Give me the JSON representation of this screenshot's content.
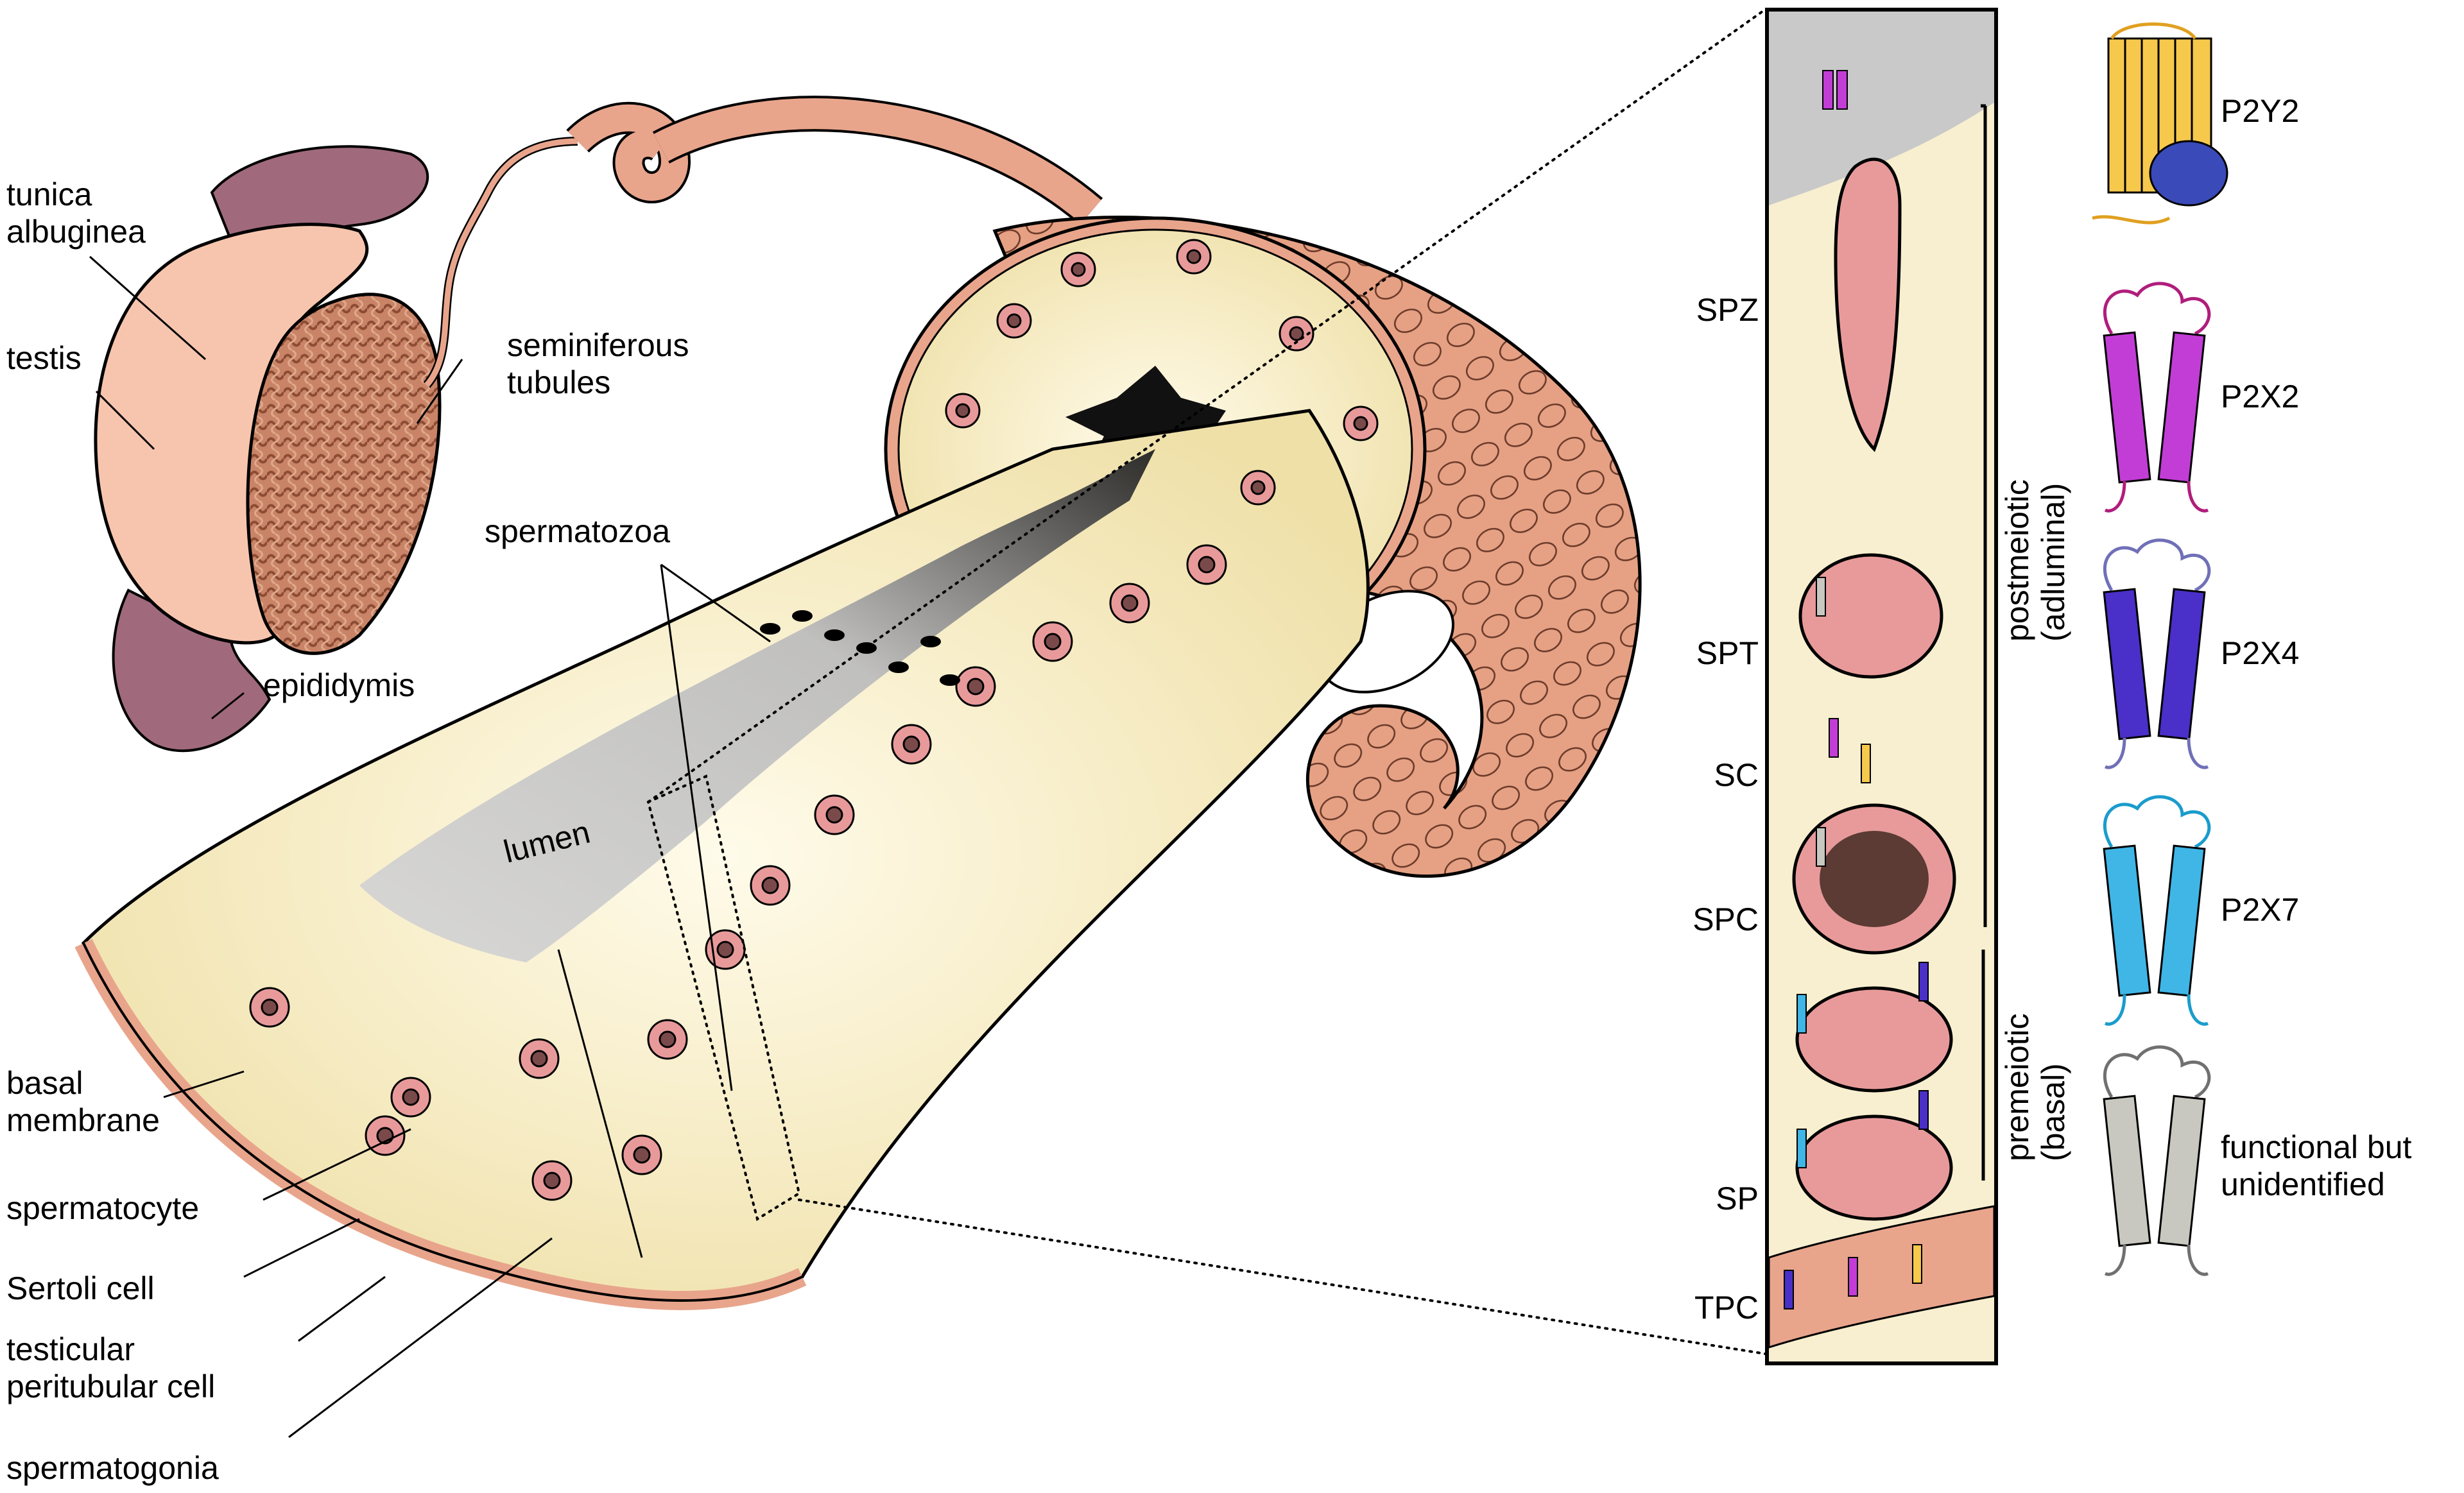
{
  "overview_labels": {
    "tunica": [
      "tunica",
      "albuginea"
    ],
    "testis": "testis",
    "seminiferous": [
      "seminiferous",
      "tubules"
    ],
    "epididymis": "epididymis",
    "spermatozoa": "spermatozoa",
    "lumen": "lumen",
    "basal_membrane": [
      "basal",
      "membrane"
    ],
    "spermatocyte": "spermatocyte",
    "sertoli": "Sertoli cell",
    "peritubular": [
      "testicular",
      "peritubular cell"
    ],
    "spermatogonia": "spermatogonia"
  },
  "cell_stages": [
    "SPZ",
    "SPT",
    "SC",
    "SPC",
    "SP",
    "TPC"
  ],
  "phases": {
    "postmeiotic": [
      "postmeiotic",
      "(adluminal)"
    ],
    "premeiotic": [
      "premeiotic",
      "(basal)"
    ]
  },
  "receptor_legend": [
    {
      "label": [
        "P2Y2"
      ],
      "color": "#f6c84c",
      "loop": "#e0a020"
    },
    {
      "label": [
        "P2X2"
      ],
      "color": "#c23dd6",
      "loop": "#b01d7c"
    },
    {
      "label": [
        "P2X4"
      ],
      "color": "#4a2fc8",
      "loop": "#7070b8"
    },
    {
      "label": [
        "P2X7"
      ],
      "color": "#3fb6e6",
      "loop": "#1a9ccc"
    },
    {
      "label": [
        "functional but",
        "unidentified"
      ],
      "color": "#c8c8c0",
      "loop": "#707070"
    }
  ],
  "colors": {
    "tissue_pink": "#e8a58c",
    "cytoplasm": "#f7efcf",
    "cell_pink": "#e89a9a",
    "epididymis": "#a06a7c",
    "testis": "#f7c5ae"
  }
}
